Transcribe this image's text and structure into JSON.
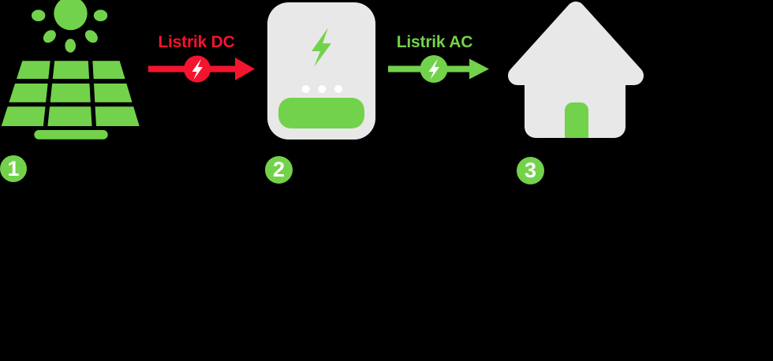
{
  "background": "#000000",
  "palette": {
    "green": "#73D24B",
    "red": "#F5142E",
    "gray": "#E8E8E8",
    "white": "#FFFFFF"
  },
  "diagram": {
    "steps": [
      {
        "number": "1",
        "icon": "solar-panel-icon"
      },
      {
        "number": "2",
        "icon": "inverter-icon"
      },
      {
        "number": "3",
        "icon": "house-icon"
      }
    ],
    "flows": [
      {
        "label": "Listrik DC",
        "color": "#F5142E",
        "icon": "lightning-bolt-icon"
      },
      {
        "label": "Listrik AC",
        "color": "#73D24B",
        "icon": "lightning-bolt-icon"
      }
    ]
  }
}
